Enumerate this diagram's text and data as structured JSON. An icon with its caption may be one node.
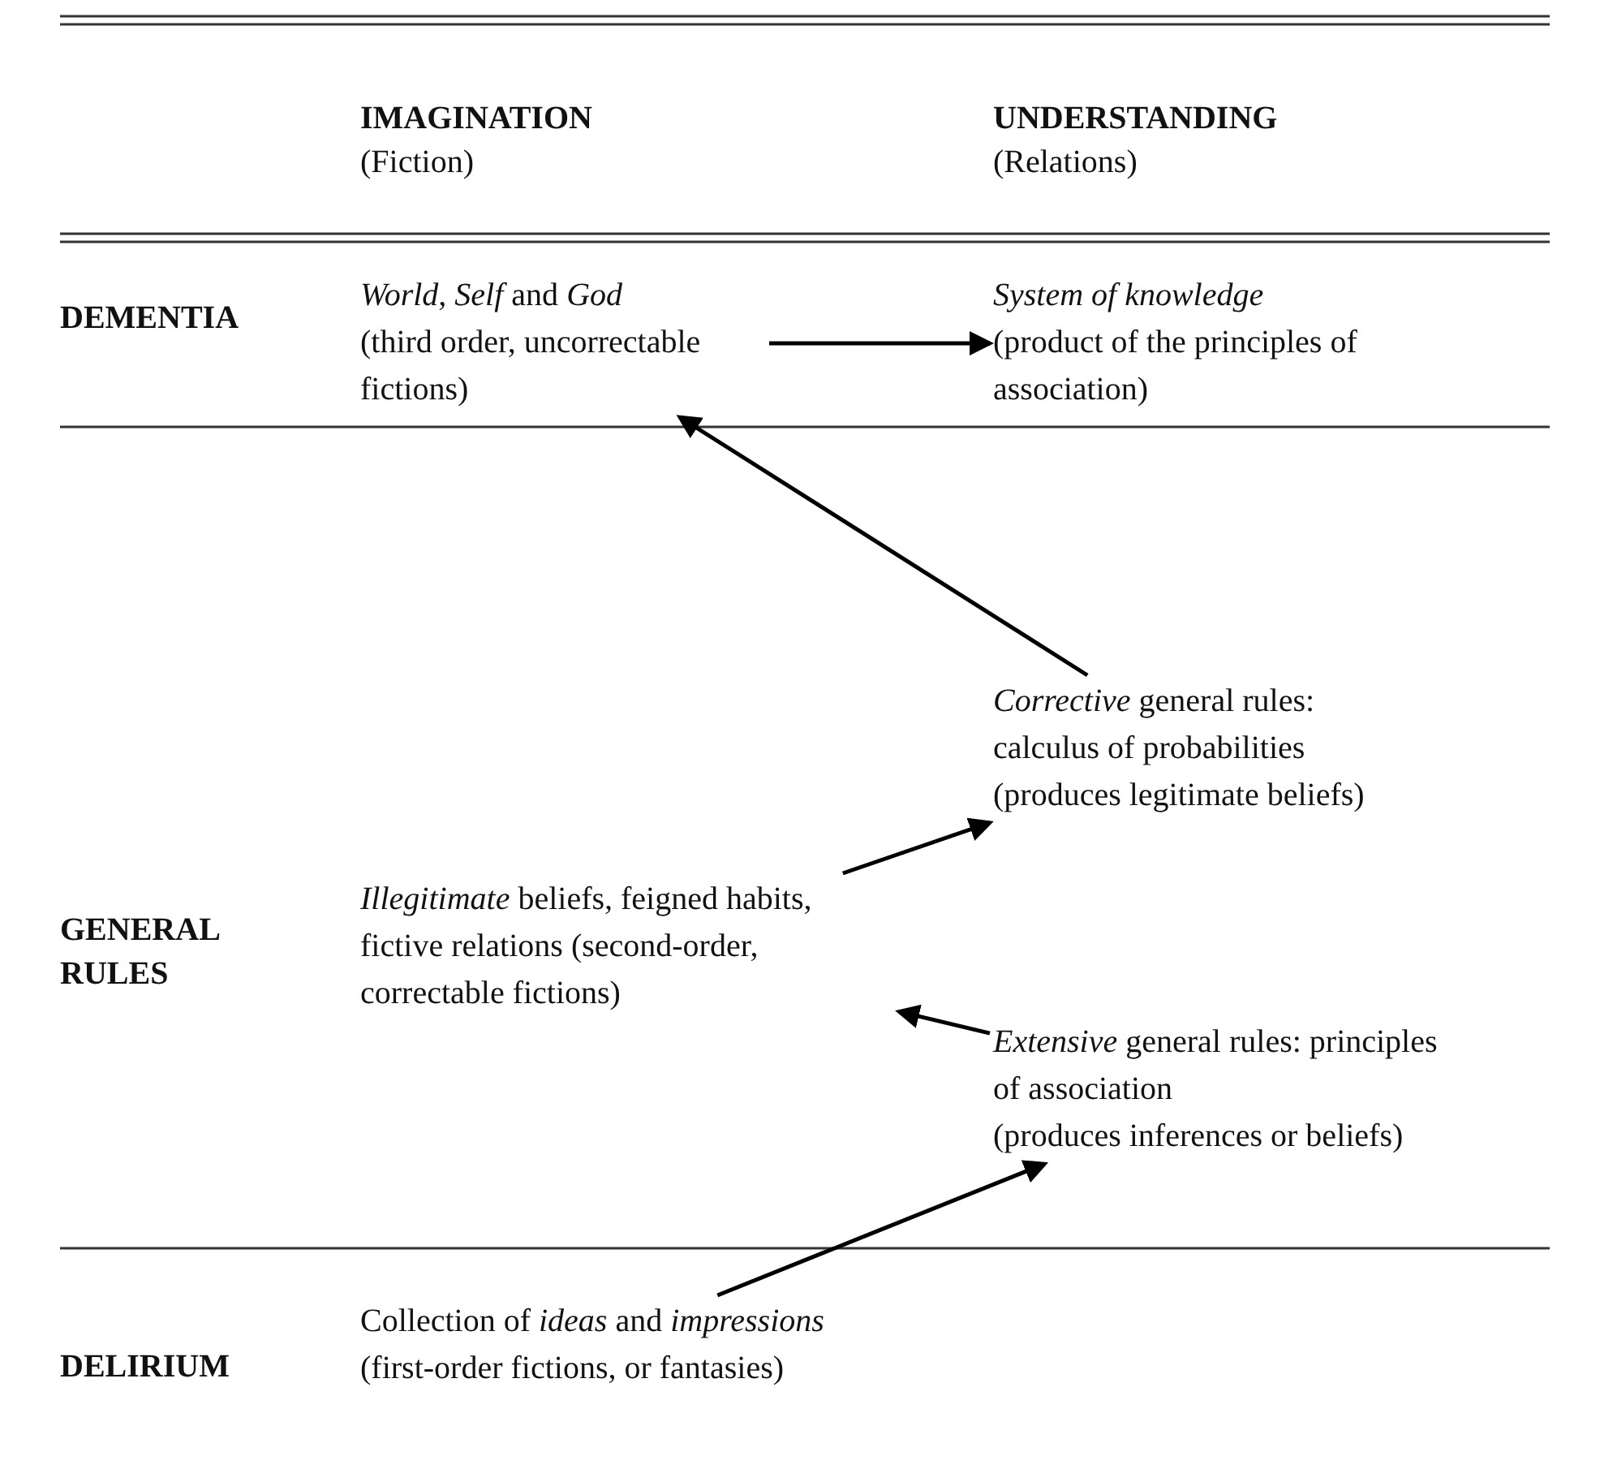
{
  "diagram": {
    "nodes": [
      {
        "text": [
          "*World*, *Self* and *God*",
          "(third order, uncorrectable fictions)"
        ]
      },
      {
        "text": [
          "*System of knowledge*",
          "(product of the principles of association)"
        ]
      },
      {
        "text": [
          "*Corrective* general rules: calculus of probabilities",
          "(produces legitimate beliefs)"
        ]
      },
      {
        "text": [
          "*Illegitimate* beliefs, feigned habits, fictive relations (second-order, correctable fictions)"
        ]
      },
      {
        "text": [
          "*Extensive* general rules: principles of association",
          "(produces inferences or beliefs)"
        ]
      },
      {
        "text": [
          "Collection of *ideas* and *impressions*",
          "(first-order fictions, or fantasies)"
        ]
      }
    ],
    "edges": [
      {
        "from": 0,
        "to": 1,
        "arrow": "to"
      },
      {
        "from": 2,
        "to": 0,
        "arrow": "to"
      },
      {
        "from": 3,
        "to": 2,
        "arrow": "to"
      },
      {
        "from": 4,
        "to": 3,
        "arrow": "to"
      },
      {
        "from": 5,
        "to": 4,
        "arrow": "to"
      }
    ],
    "labels": [
      "IMAGINATION",
      "UNDERSTANDING",
      "(Fiction)",
      "(Relations)",
      "DEMENTIA",
      "GENERAL RULES",
      "DELIRIUM"
    ]
  }
}
